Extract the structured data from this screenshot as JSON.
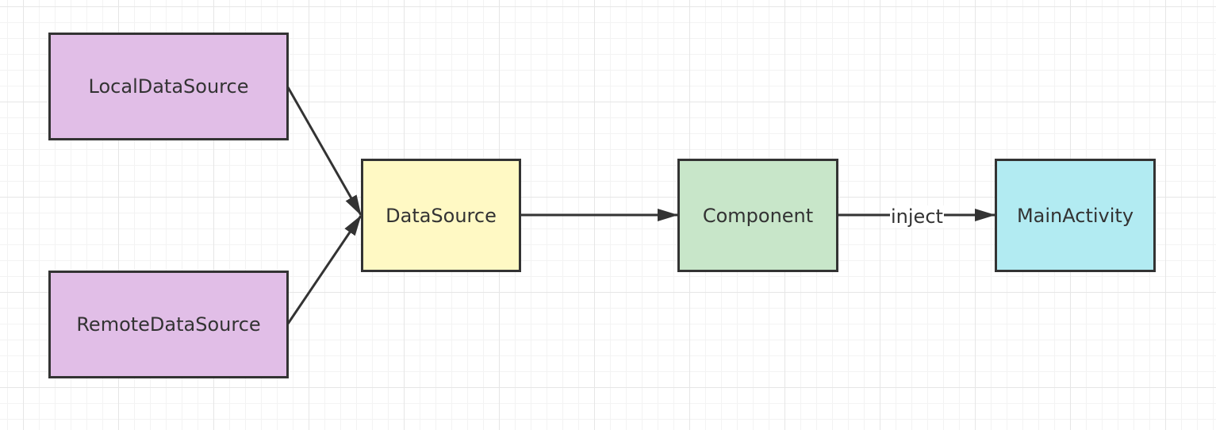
{
  "nodes": {
    "local": {
      "label": "LocalDataSource",
      "color": "#e1bee7"
    },
    "remote": {
      "label": "RemoteDataSource",
      "color": "#e1bee7"
    },
    "datasource": {
      "label": "DataSource",
      "color": "#fff9c4"
    },
    "component": {
      "label": "Component",
      "color": "#c8e6c9"
    },
    "main": {
      "label": "MainActivity",
      "color": "#b2ebf2"
    }
  },
  "edges": [
    {
      "from": "LocalDataSource",
      "to": "DataSource",
      "label": ""
    },
    {
      "from": "RemoteDataSource",
      "to": "DataSource",
      "label": ""
    },
    {
      "from": "DataSource",
      "to": "Component",
      "label": ""
    },
    {
      "from": "Component",
      "to": "MainActivity",
      "label": "inject"
    }
  ],
  "style": {
    "stroke_color": "#333333",
    "background": "#ffffff",
    "grid_color": "#e6e6e6"
  }
}
